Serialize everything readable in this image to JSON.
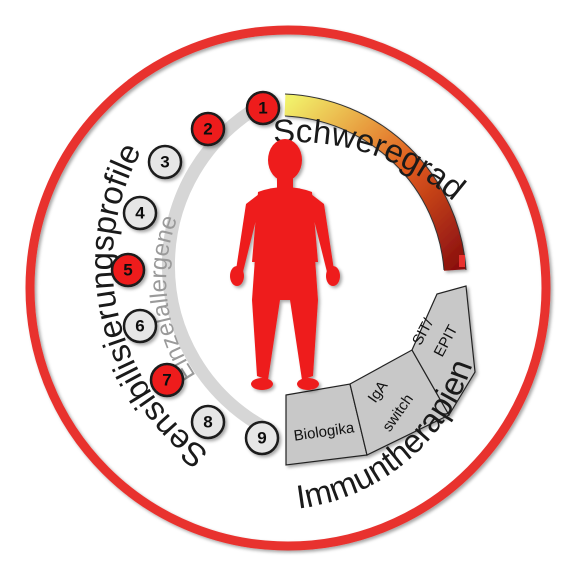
{
  "labels": {
    "severity": "Schweregrad",
    "sensitization": "Sensibilisierungsprofile",
    "single_allergens": "Einzelallergene",
    "immunotherapies": "Immuntherapien"
  },
  "allergens": [
    {
      "num": "1",
      "highlighted": true
    },
    {
      "num": "2",
      "highlighted": true
    },
    {
      "num": "3",
      "highlighted": false
    },
    {
      "num": "4",
      "highlighted": false
    },
    {
      "num": "5",
      "highlighted": true
    },
    {
      "num": "6",
      "highlighted": false
    },
    {
      "num": "7",
      "highlighted": true
    },
    {
      "num": "8",
      "highlighted": false
    },
    {
      "num": "9",
      "highlighted": false
    }
  ],
  "therapies": [
    {
      "line1": "Biologika",
      "line2": ""
    },
    {
      "line1": "IgA",
      "line2": "switch"
    },
    {
      "line1": "SIT/",
      "line2": "EPIT"
    }
  ],
  "colors": {
    "ring": "#e8312e",
    "red": "#ee1c1c",
    "grey_fill": "#e6e6e6",
    "segment_fill": "#c8c8c8",
    "gradient": [
      "#f1f06a",
      "#e05a1d",
      "#8a0f0f"
    ]
  },
  "icons": {
    "figure": "human-body-icon"
  }
}
